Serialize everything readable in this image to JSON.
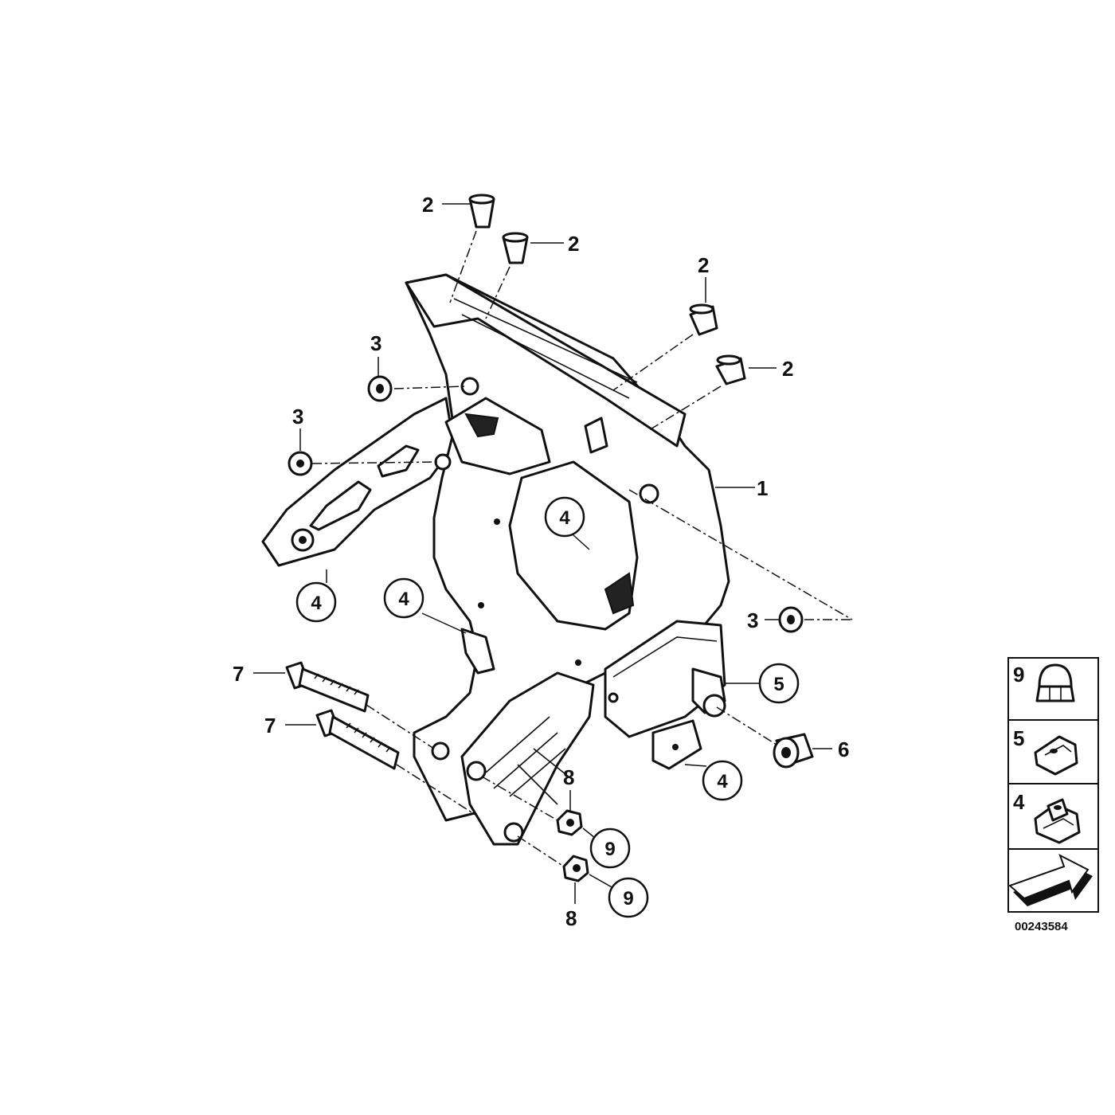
{
  "diagram_id": "00243584",
  "callouts": {
    "c2a": "2",
    "c2b": "2",
    "c2c": "2",
    "c2d": "2",
    "c3a": "3",
    "c3b": "3",
    "c3c": "3",
    "c1": "1",
    "c4a": "4",
    "c4b": "4",
    "c4c": "4",
    "c4d": "4",
    "c5": "5",
    "c6": "6",
    "c7a": "7",
    "c7b": "7",
    "c8a": "8",
    "c8b": "8",
    "c9a": "9",
    "c9b": "9"
  },
  "legend": {
    "items": [
      {
        "number": "9",
        "icon": "cap-nut-icon"
      },
      {
        "number": "5",
        "icon": "spring-clip-icon"
      },
      {
        "number": "4",
        "icon": "clip-nut-icon"
      }
    ],
    "arrow_icon": "arrow-icon"
  }
}
